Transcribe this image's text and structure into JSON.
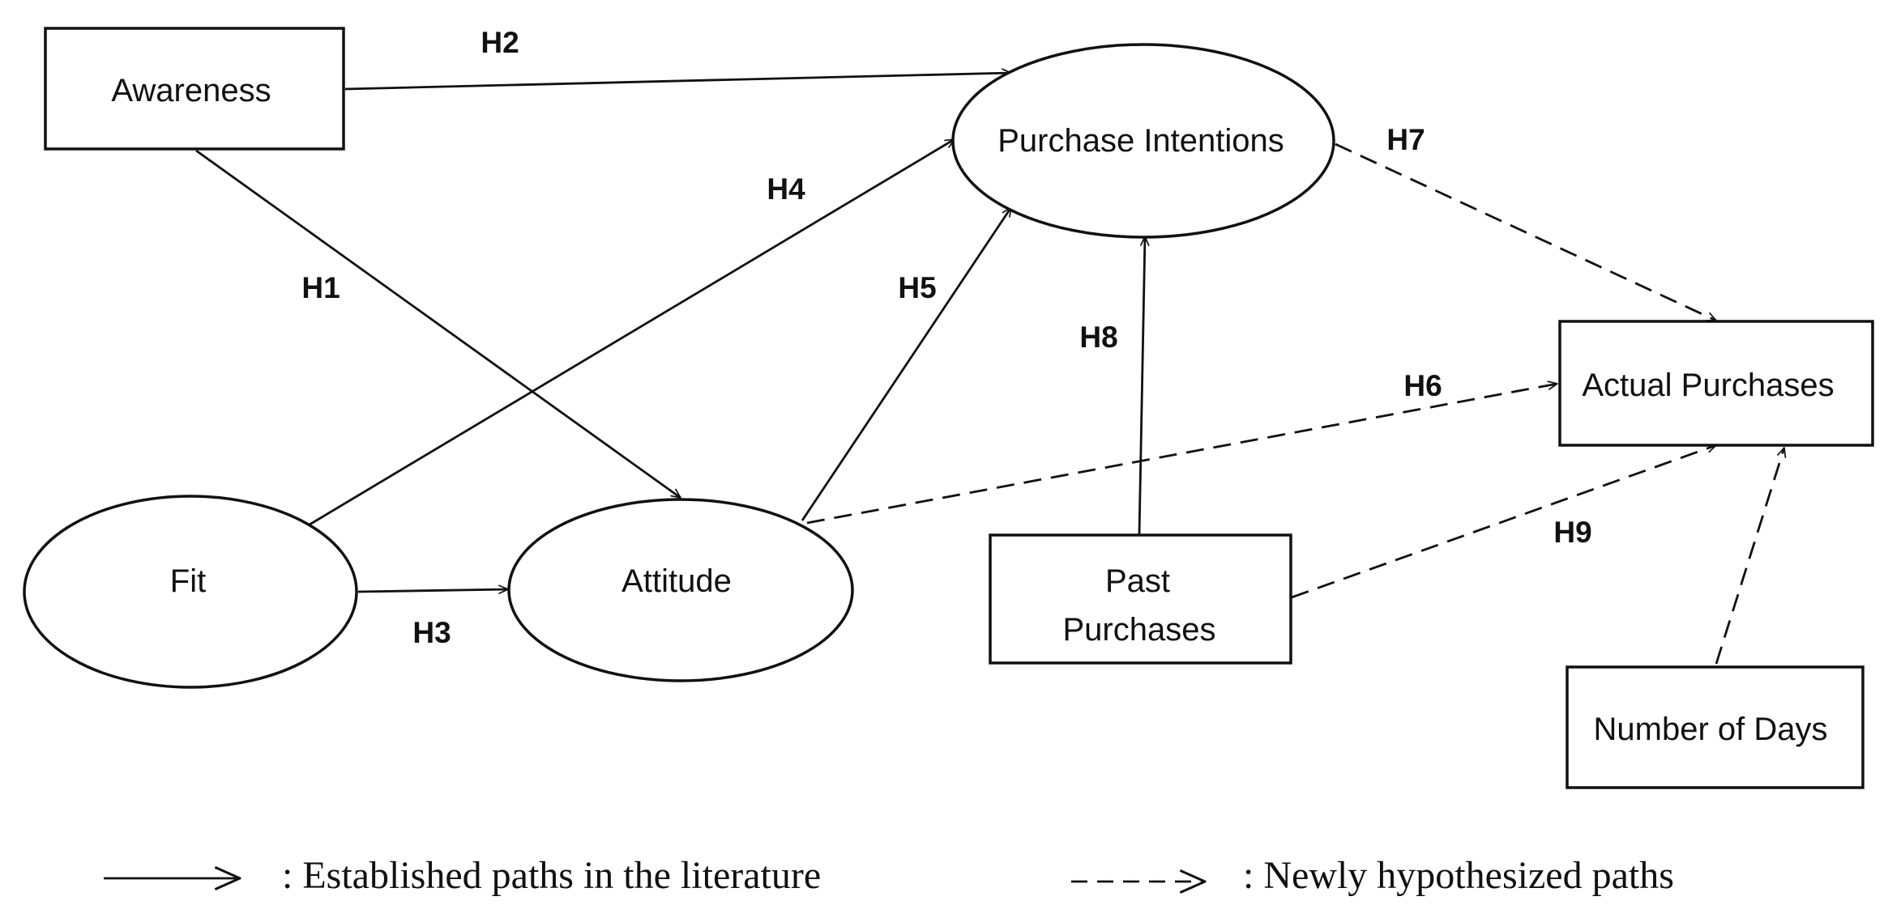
{
  "nodes": {
    "awareness": "Awareness",
    "purchase_intentions": "Purchase Intentions",
    "fit": "Fit",
    "attitude": "Attitude",
    "past_purchases_line1": "Past",
    "past_purchases_line2": "Purchases",
    "actual_purchases": "Actual Purchases",
    "number_of_days": "Number of Days"
  },
  "hypotheses": {
    "h1": "H1",
    "h2": "H2",
    "h3": "H3",
    "h4": "H4",
    "h5": "H5",
    "h6": "H6",
    "h7": "H7",
    "h8": "H8",
    "h9": "H9"
  },
  "legend": {
    "established": ": Established paths in the literature",
    "new": ": Newly hypothesized paths"
  }
}
